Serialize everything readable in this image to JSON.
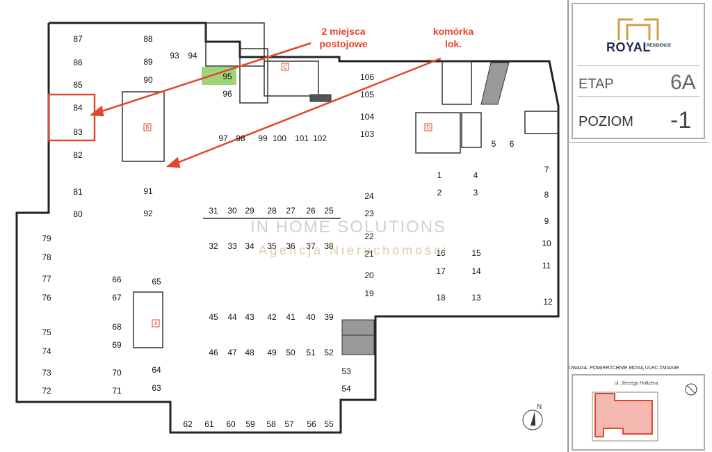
{
  "annotations": {
    "parking_line1": "2 miejsca",
    "parking_line2": "postojowe",
    "storage_line1": "komórka",
    "storage_line2": "lok."
  },
  "brand": {
    "name": "ROYAL",
    "sub": "RESIDENCE",
    "accent_color": "#c9a24a",
    "text_color": "#1f2a4f"
  },
  "info": {
    "stage_label": "ETAP",
    "stage_value": "6A",
    "level_label": "POZIOM",
    "level_value": "-1"
  },
  "note": "UWAGA: POWIERZCHNIE MOGĄ ULEC ZMIANIE",
  "minimap": {
    "street": "ul. Jerzego Holtzera"
  },
  "storage_rooms": [
    "A",
    "B",
    "C",
    "D"
  ],
  "watermark": {
    "line1": "IN HOME SOLUTIONS",
    "line2": "Agencja Nieruchomości"
  },
  "spots": [
    {
      "n": "87"
    },
    {
      "n": "86"
    },
    {
      "n": "85"
    },
    {
      "n": "84"
    },
    {
      "n": "83"
    },
    {
      "n": "82"
    },
    {
      "n": "81"
    },
    {
      "n": "80"
    },
    {
      "n": "79"
    },
    {
      "n": "78"
    },
    {
      "n": "77"
    },
    {
      "n": "76"
    },
    {
      "n": "75"
    },
    {
      "n": "74"
    },
    {
      "n": "73"
    },
    {
      "n": "72"
    },
    {
      "n": "88"
    },
    {
      "n": "89"
    },
    {
      "n": "90"
    },
    {
      "n": "93"
    },
    {
      "n": "94"
    },
    {
      "n": "95"
    },
    {
      "n": "96"
    },
    {
      "n": "91"
    },
    {
      "n": "92"
    },
    {
      "n": "66"
    },
    {
      "n": "65"
    },
    {
      "n": "67"
    },
    {
      "n": "68"
    },
    {
      "n": "69"
    },
    {
      "n": "70"
    },
    {
      "n": "64"
    },
    {
      "n": "71"
    },
    {
      "n": "63"
    },
    {
      "n": "62"
    },
    {
      "n": "61"
    },
    {
      "n": "60"
    },
    {
      "n": "59"
    },
    {
      "n": "58"
    },
    {
      "n": "57"
    },
    {
      "n": "56"
    },
    {
      "n": "55"
    },
    {
      "n": "97"
    },
    {
      "n": "98"
    },
    {
      "n": "99"
    },
    {
      "n": "100"
    },
    {
      "n": "101"
    },
    {
      "n": "102"
    },
    {
      "n": "106"
    },
    {
      "n": "105"
    },
    {
      "n": "104"
    },
    {
      "n": "103"
    },
    {
      "n": "31"
    },
    {
      "n": "30"
    },
    {
      "n": "29"
    },
    {
      "n": "28"
    },
    {
      "n": "27"
    },
    {
      "n": "26"
    },
    {
      "n": "25"
    },
    {
      "n": "32"
    },
    {
      "n": "33"
    },
    {
      "n": "34"
    },
    {
      "n": "35"
    },
    {
      "n": "36"
    },
    {
      "n": "37"
    },
    {
      "n": "38"
    },
    {
      "n": "24"
    },
    {
      "n": "23"
    },
    {
      "n": "22"
    },
    {
      "n": "21"
    },
    {
      "n": "20"
    },
    {
      "n": "19"
    },
    {
      "n": "45"
    },
    {
      "n": "44"
    },
    {
      "n": "43"
    },
    {
      "n": "42"
    },
    {
      "n": "41"
    },
    {
      "n": "40"
    },
    {
      "n": "39"
    },
    {
      "n": "46"
    },
    {
      "n": "47"
    },
    {
      "n": "48"
    },
    {
      "n": "49"
    },
    {
      "n": "50"
    },
    {
      "n": "51"
    },
    {
      "n": "52"
    },
    {
      "n": "53"
    },
    {
      "n": "54"
    },
    {
      "n": "1"
    },
    {
      "n": "4"
    },
    {
      "n": "2"
    },
    {
      "n": "3"
    },
    {
      "n": "16"
    },
    {
      "n": "15"
    },
    {
      "n": "17"
    },
    {
      "n": "14"
    },
    {
      "n": "18"
    },
    {
      "n": "13"
    },
    {
      "n": "5"
    },
    {
      "n": "6"
    },
    {
      "n": "7"
    },
    {
      "n": "8"
    },
    {
      "n": "9"
    },
    {
      "n": "10"
    },
    {
      "n": "11"
    },
    {
      "n": "12"
    }
  ]
}
